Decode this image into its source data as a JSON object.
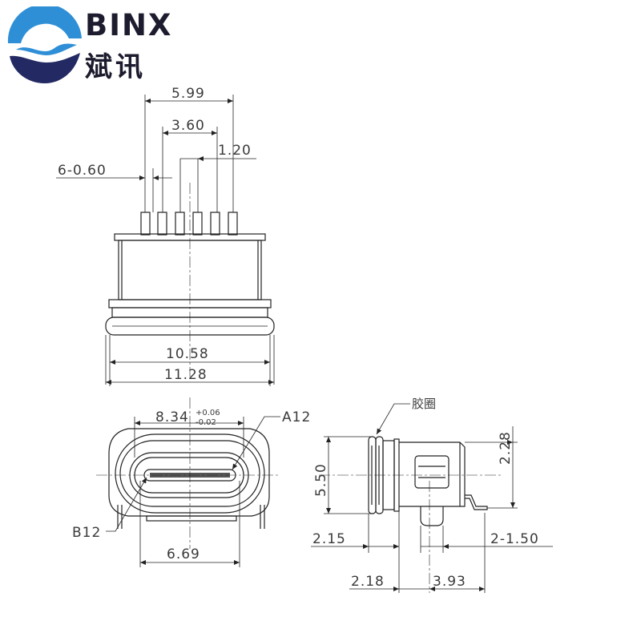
{
  "brand": {
    "name_en": "BINX",
    "name_cn": "斌讯",
    "logo_icon": "binx-wave-logo-icon",
    "colors": {
      "accent_blue": "#2f8fd6",
      "dark_navy": "#232a63",
      "text": "#1c1c2e"
    }
  },
  "dims": {
    "d599": "5.99",
    "d360": "3.60",
    "d120": "1.20",
    "d6x060": "6-0.60",
    "d1058": "10.58",
    "d1128": "11.28",
    "d834": "8.34",
    "tol_plus": "+0.06",
    "tol_minus": "-0.02",
    "a12": "A12",
    "b12": "B12",
    "d669": "6.69",
    "gasket": "胶圈",
    "d550": "5.50",
    "d228": "2.28",
    "d215": "2.15",
    "d2x150": "2-1.50",
    "d218": "2.18",
    "d393": "3.93"
  }
}
